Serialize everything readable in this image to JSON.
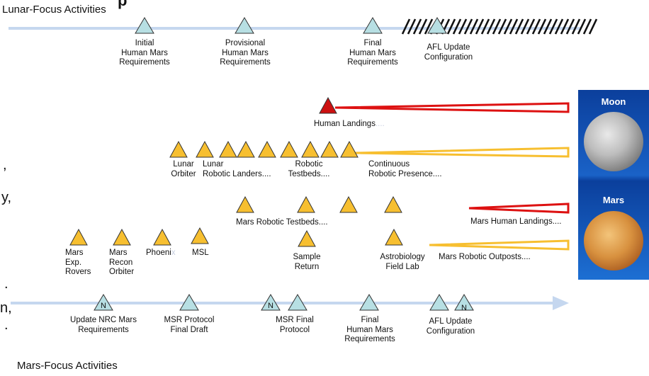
{
  "partial_title": "p",
  "lunar_focus_title": "Lunar-Focus Activities",
  "mars_focus_title": "Mars-Focus Activities",
  "colors": {
    "timeline_blue": "#c5d7ef",
    "milestone_fill": "#b7dfe3",
    "yellow_fill": "#f7bf30",
    "red_fill": "#cc1010",
    "red_line": "#dd1111",
    "yellow_line": "#f7bf30"
  },
  "lunar_milestones": {
    "initial": "Initial\nHuman Mars\nRequirements",
    "provisional": "Provisional\nHuman Mars\nRequirements",
    "final": "Final\nHuman Mars\nRequirements",
    "afl": "AFL Update\nConfiguration"
  },
  "lunar_rows": {
    "human_landings": "Human Landings",
    "human_landings_ellipsis": "....",
    "lunar_orbiter": "Lunar\nOrbiter",
    "lunar_robotic_landers": "Lunar\nRobotic Landers....",
    "robotic_testbeds": "Robotic\nTestbeds....",
    "continuous_presence": "Continuous\nRobotic Presence...."
  },
  "mars_rows": {
    "mars_robotic_testbeds": "Mars Robotic Testbeds....",
    "mars_human_landings": "Mars Human Landings....",
    "mars_exp_rovers": "Mars\nExp.\nRovers",
    "mars_recon_orbiter": "Mars\nRecon\nOrbiter",
    "phoenix_main": "Phoeni",
    "phoenix_x": "x",
    "msl": "MSL",
    "sample_return": "Sample\nReturn",
    "astrobiology": "Astrobiology\nField Lab",
    "mars_robotic_outposts": "Mars Robotic Outposts...."
  },
  "mars_milestones": {
    "nrc_marker": "N",
    "update_nrc": "Update NRC Mars\nRequirements",
    "msr_draft": "MSR Protocol\nFinal Draft",
    "msr_final": "MSR Final\nProtocol",
    "final_human": "Final\nHuman Mars\nRequirements",
    "afl": "AFL Update\nConfiguration"
  },
  "side_panel": {
    "moon": "Moon",
    "mars": "Mars"
  },
  "left_edge_chars": {
    "comma1": ",",
    "dot1": ".",
    "n_comma": "n,",
    "dot2": "."
  }
}
